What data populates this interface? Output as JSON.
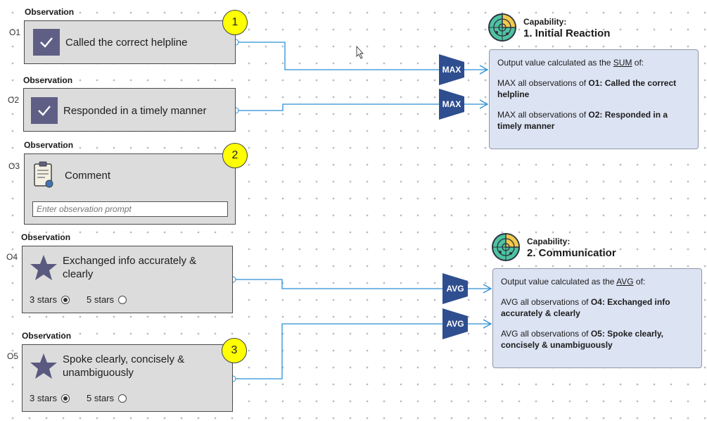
{
  "observations": [
    {
      "id": "O1",
      "header": "Observation",
      "title": "Called the correct helpline",
      "type": "checkbox"
    },
    {
      "id": "O2",
      "header": "Observation",
      "title": "Responded in a timely manner",
      "type": "checkbox"
    },
    {
      "id": "O3",
      "header": "Observation",
      "title": "Comment",
      "type": "comment",
      "prompt_placeholder": "Enter observation prompt"
    },
    {
      "id": "O4",
      "header": "Observation",
      "title_line1": "Exchanged info accurately &",
      "title_line2": "clearly",
      "type": "rating",
      "option1": "3 stars",
      "option2": "5 stars",
      "selected": "3 stars"
    },
    {
      "id": "O5",
      "header": "Observation",
      "title_line1": "Spoke clearly, concisely &",
      "title_line2": "unambiguously",
      "type": "rating",
      "option1": "3 stars",
      "option2": "5 stars",
      "selected": "3 stars"
    }
  ],
  "badges": [
    "1",
    "2",
    "3"
  ],
  "aggregators": [
    {
      "label": "MAX",
      "from": "O1"
    },
    {
      "label": "MAX",
      "from": "O2"
    },
    {
      "label": "AVG",
      "from": "O4"
    },
    {
      "label": "AVG",
      "from": "O5"
    }
  ],
  "capabilities": [
    {
      "label": "Capability:",
      "name": "1. Initial Reaction",
      "intro_pre": "Output value calculated as the ",
      "intro_op": "SUM",
      "intro_post": " of:",
      "lines": [
        {
          "pre": "MAX all observations of ",
          "bold": "O1: Called the correct helpline"
        },
        {
          "pre": "MAX all observations of ",
          "bold": "O2: Responded in a timely manner"
        }
      ]
    },
    {
      "label": "Capability:",
      "name": "2. Communicatior",
      "intro_pre": "Output value calculated as the ",
      "intro_op": "AVG",
      "intro_post": " of:",
      "lines": [
        {
          "pre": "AVG all observations of ",
          "bold": "O4: Exchanged info accurately & clearly"
        },
        {
          "pre": "AVG all observations of ",
          "bold": "O5: Spoke clearly, concisely & unambiguously"
        }
      ]
    }
  ],
  "icons": {
    "check": "check-icon",
    "clipboard": "clipboard-icon",
    "star": "star-icon",
    "capability": "radar-icon",
    "badge": "numbered-callout"
  },
  "colors": {
    "aggregator": "#2f4e8f",
    "wire": "#2a8fd6",
    "badge": "#ffff00",
    "output_box": "#dce3f3",
    "check_box": "#5f5f86",
    "star": "#5a5a80"
  }
}
